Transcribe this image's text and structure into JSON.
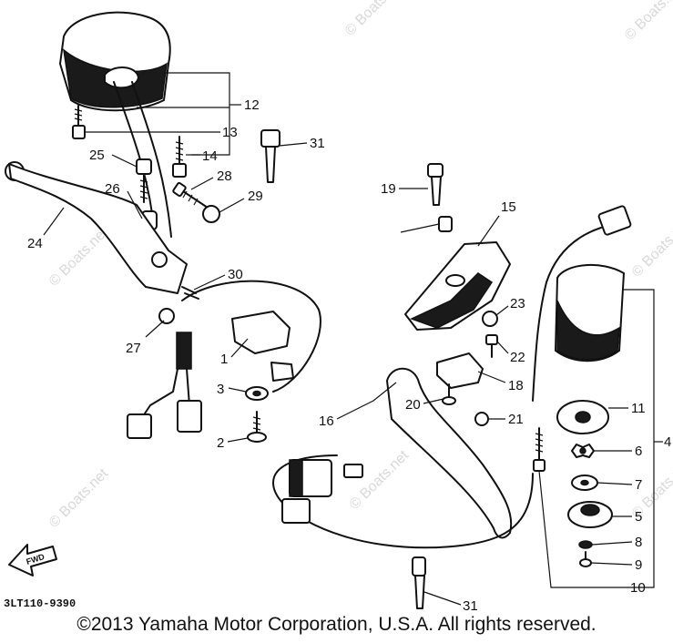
{
  "diagram": {
    "reference_code": "3LT110-9390",
    "watermark": "© Boats.net",
    "fwd_arrow_label": "FWD",
    "copyright": "©2013 Yamaha Motor Corporation, U.S.A. All rights reserved.",
    "callouts": {
      "c1": "1",
      "c2": "2",
      "c3": "3",
      "c4": "4",
      "c5": "5",
      "c6": "6",
      "c7": "7",
      "c8": "8",
      "c9": "9",
      "c10": "10",
      "c11": "11",
      "c12": "12",
      "c13": "13",
      "c14": "14",
      "c15": "15",
      "c16": "16",
      "c18": "18",
      "c19": "19",
      "c20": "20",
      "c21": "21",
      "c22": "22",
      "c23": "23",
      "c24": "24",
      "c25": "25",
      "c26": "26",
      "c27": "27",
      "c28": "28",
      "c29": "29",
      "c30": "30",
      "c31a": "31",
      "c31b": "31"
    }
  }
}
